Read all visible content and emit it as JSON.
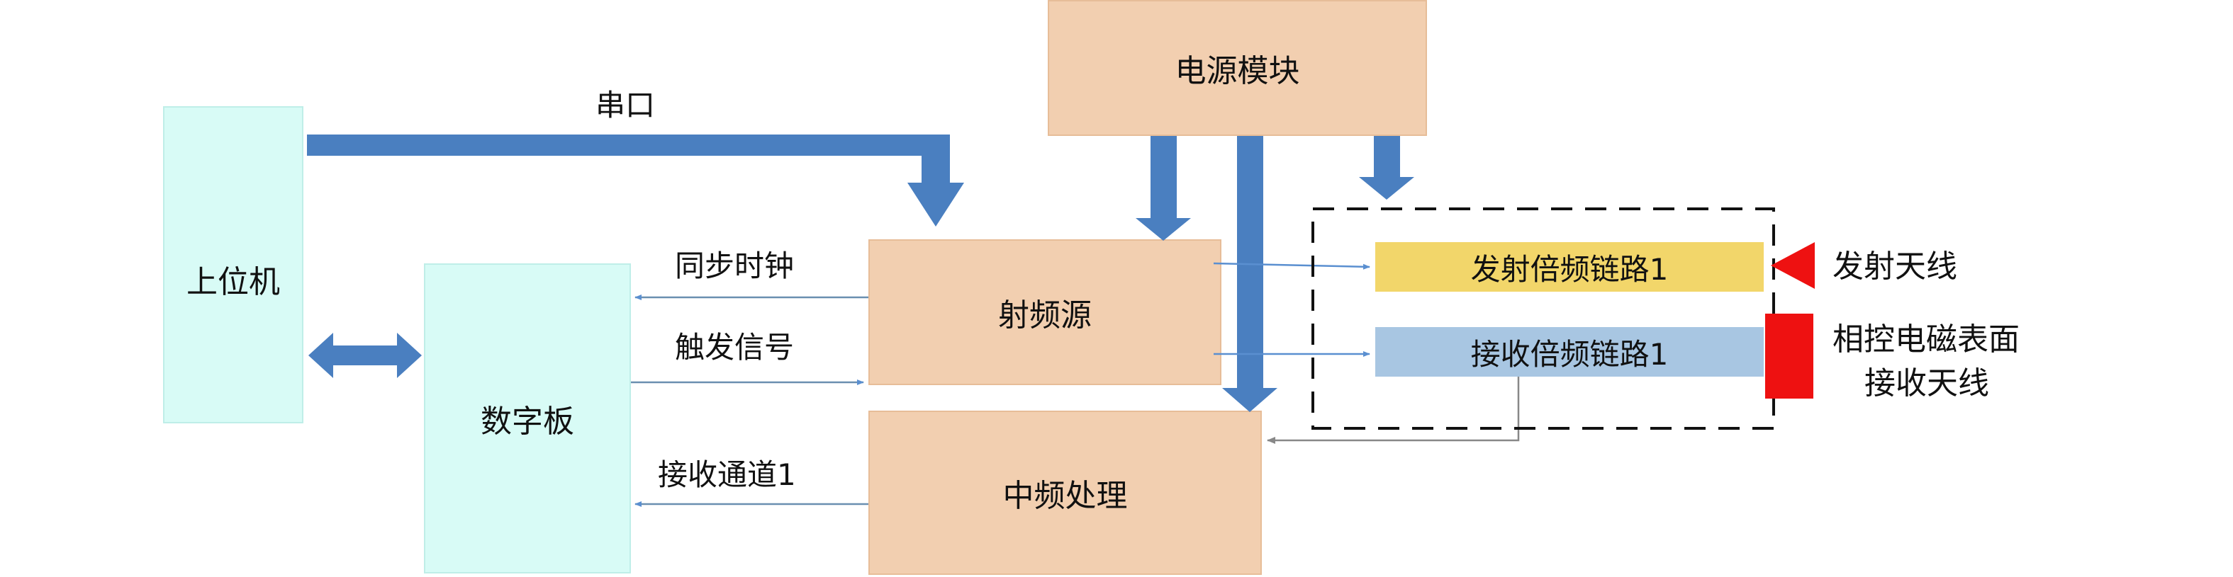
{
  "blocks": {
    "host": "上位机",
    "digital_board": "数字板",
    "rf_source": "射频源",
    "if_processing": "中频处理",
    "power_module": "电源模块",
    "tx_chain": "发射倍频链路1",
    "rx_chain": "接收倍频链路1"
  },
  "labels": {
    "serial": "串口",
    "sync_clock": "同步时钟",
    "trigger": "触发信号",
    "rx_channel": "接收通道1",
    "tx_antenna": "发射天线",
    "rx_antenna_line1": "相控电磁表面",
    "rx_antenna_line2": "接收天线"
  },
  "colors": {
    "block_arrow": "#4a7fc0",
    "thin_arrow": "#5a8fd0",
    "tx_antenna": "#ee1111",
    "rx_antenna": "#ee1111"
  }
}
